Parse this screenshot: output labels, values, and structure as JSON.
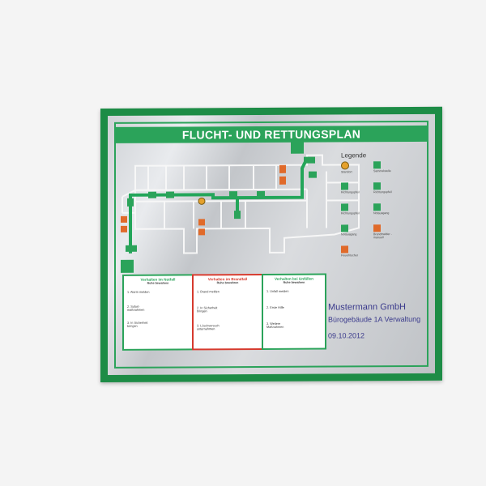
{
  "sign": {
    "title": "FLUCHT- UND RETTUNGSPLAN",
    "legend_title": "Legende",
    "legend": [
      {
        "label": "Standort",
        "icon": "standort-dot-icon"
      },
      {
        "label": "Sammelstelle",
        "icon": "assembly-point-icon"
      },
      {
        "label": "Richtungspfeil",
        "icon": "direction-arrow-icon"
      },
      {
        "label": "Richtungspfeil",
        "icon": "direction-arrow-icon"
      },
      {
        "label": "Richtungspfeil",
        "icon": "direction-arrow-icon"
      },
      {
        "label": "Notausgang",
        "icon": "emergency-exit-icon"
      },
      {
        "label": "Notausgang",
        "icon": "emergency-exit-icon"
      },
      {
        "label": "Brandmelder - manuell",
        "icon": "fire-alarm-icon"
      },
      {
        "label": "Feuerlöscher",
        "icon": "fire-extinguisher-icon"
      }
    ],
    "boxes": [
      {
        "title": "Verhalten im Notfall",
        "subtitle": "Ruhe bewahren",
        "steps": [
          "Alarm melden",
          "Sofort-maßnahmen",
          "In Sicherheit bringen"
        ]
      },
      {
        "title": "Verhalten im Brandfall",
        "subtitle": "Ruhe bewahren",
        "steps": [
          "Brand melden",
          "In Sicherheit bringen",
          "Löschversuch unternehmen"
        ]
      },
      {
        "title": "Verhalten bei Unfällen",
        "subtitle": "Ruhe bewahren",
        "steps": [
          "Unfall melden",
          "Erste Hilfe",
          "Weitere Maßnahmen"
        ]
      }
    ],
    "company": "Mustermann GmbH",
    "building": "Bürogebäude 1A Verwaltung",
    "date": "09.10.2012",
    "colors": {
      "frame": "#1d8c46",
      "accent": "#2ba35a",
      "alarm": "#d63a2e",
      "text": "#3a3a8c"
    }
  }
}
